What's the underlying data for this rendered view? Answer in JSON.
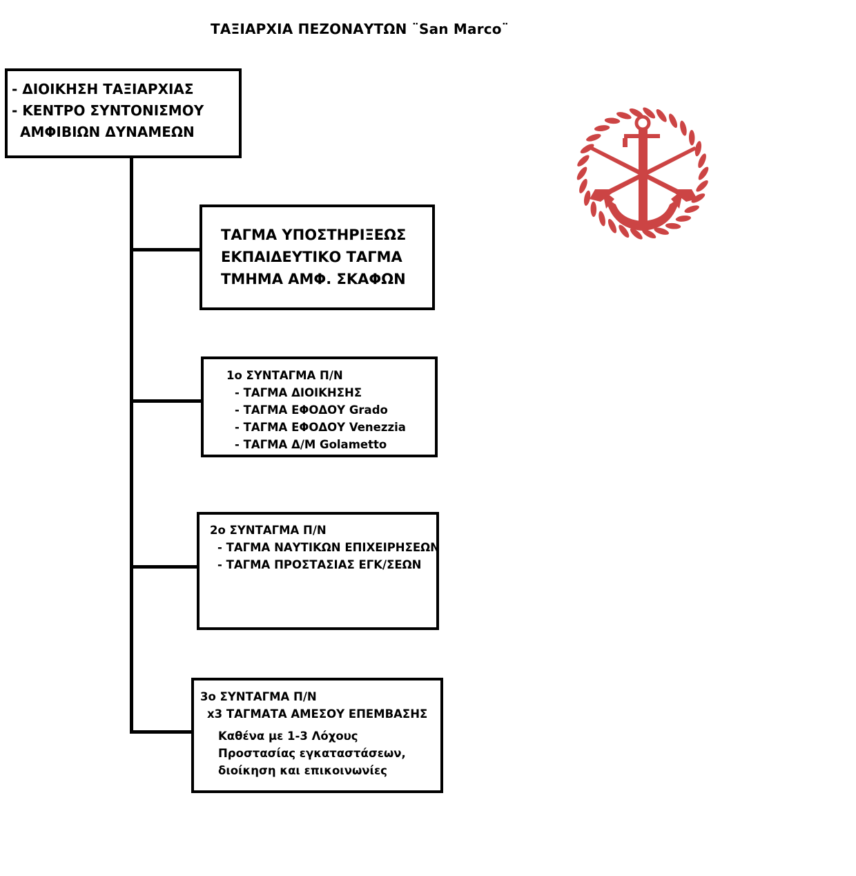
{
  "title": "ΤΑΞΙΑΡΧΙΑ ΠΕΖΟΝΑΥΤΩΝ ¨San Marco¨",
  "hq": {
    "lines": [
      "- ΔΙΟΙΚΗΣΗ ΤΑΞΙΑΡΧΙΑΣ",
      "- ΚΕΝΤΡΟ ΣΥΝΤΟΝΙΣΜΟΥ",
      "ΑΜΦΙΒΙΩΝ ΔΥΝΑΜΕΩΝ"
    ]
  },
  "support": {
    "lines": [
      "ΤΑΓΜΑ ΥΠΟΣΤΗΡΙΞΕΩΣ",
      "ΕΚΠΑΙΔΕΥΤΙΚΟ ΤΑΓΜΑ",
      "ΤΜΗΜΑ ΑΜΦ. ΣΚΑΦΩΝ"
    ]
  },
  "regiment1": {
    "title": "1ο ΣΥΝΤΑΓΜΑ Π/Ν",
    "items": [
      "- ΤΑΓΜΑ ΔΙΟΙΚΗΣΗΣ",
      "- ΤΑΓΜΑ ΕΦΟΔΟΥ Grado",
      "- ΤΑΓΜΑ ΕΦΟΔΟΥ Venezzia",
      "- ΤΑΓΜΑ Δ/Μ  Golametto"
    ]
  },
  "regiment2": {
    "title": "2ο ΣΥΝΤΑΓΜΑ Π/Ν",
    "items": [
      "- ΤΑΓΜΑ ΝΑΥΤΙΚΩΝ ΕΠΙΧΕΙΡΗΣΕΩΝ",
      "- ΤΑΓΜΑ ΠΡΟΣΤΑΣΙΑΣ ΕΓΚ/ΣΕΩΝ"
    ]
  },
  "regiment3": {
    "title": "3ο ΣΥΝΤΑΓΜΑ Π/Ν",
    "subtitle": "x3 ΤΑΓΜΑΤΑ ΑΜΕΣΟΥ ΕΠΕΜΒΑΣΗΣ",
    "notes": [
      "Καθένα με 1-3 Λόχους",
      "Προστασίας εγκαταστάσεων,",
      "διοίκηση και επικοινωνίες"
    ]
  },
  "colors": {
    "emblem": "#cc4444",
    "lines": "#000000"
  },
  "emblem": {
    "icon": "anchor-crossed-rifles-rope-icon"
  }
}
